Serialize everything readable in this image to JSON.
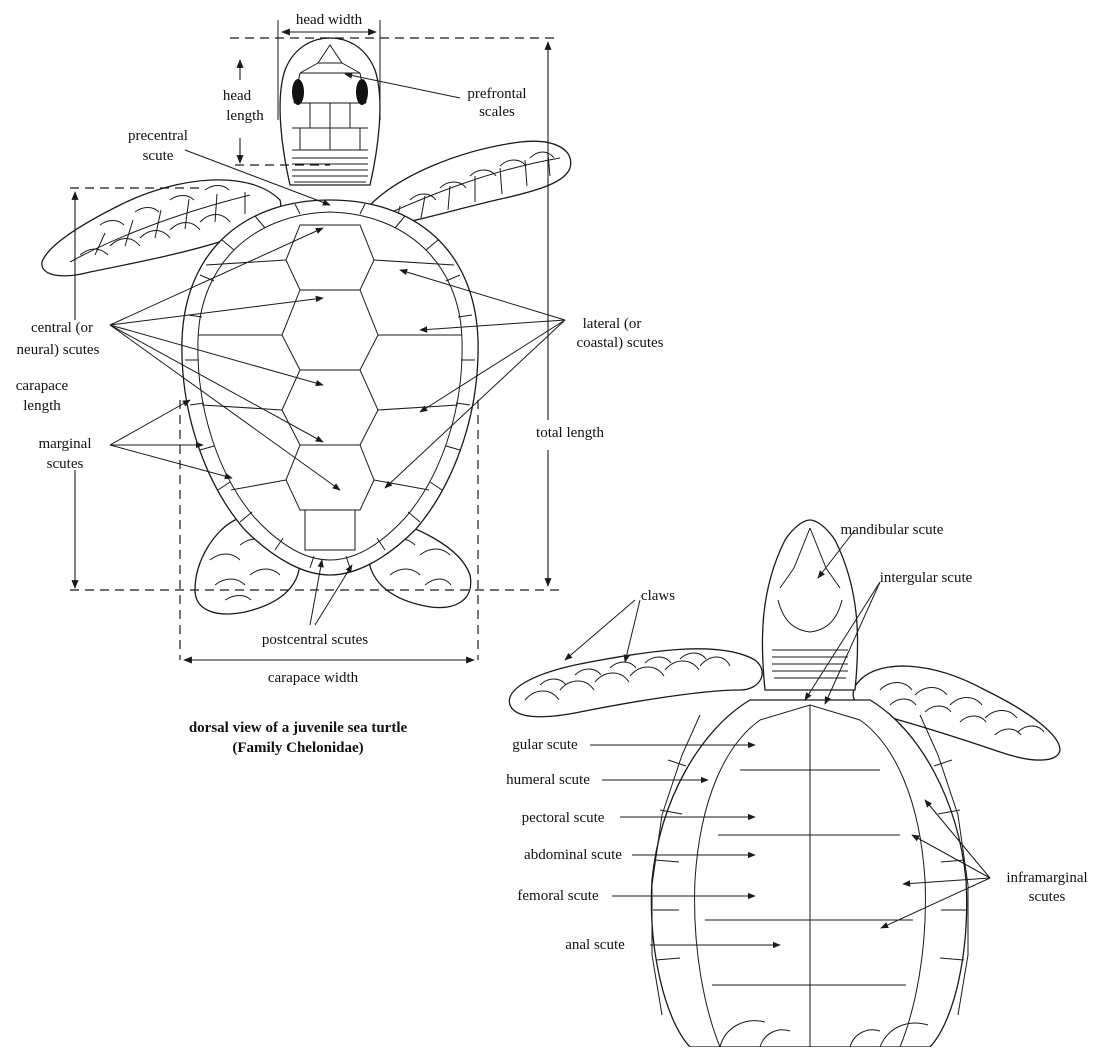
{
  "dorsal": {
    "caption_line1": "dorsal view of a juvenile sea turtle",
    "caption_line2": "(Family Chelonidae)",
    "labels": {
      "head_width": "head width",
      "head_length_1": "head",
      "head_length_2": "length",
      "prefrontal_1": "prefrontal",
      "prefrontal_2": "scales",
      "precentral_1": "precentral",
      "precentral_2": "scute",
      "central_1": "central (or",
      "central_2": "neural) scutes",
      "lateral_1": "lateral (or",
      "lateral_2": "coastal) scutes",
      "carapace_length_1": "carapace",
      "carapace_length_2": "length",
      "marginal_1": "marginal",
      "marginal_2": "scutes",
      "total_length": "total length",
      "postcentral": "postcentral scutes",
      "carapace_width": "carapace width"
    }
  },
  "ventral": {
    "labels": {
      "mandibular": "mandibular scute",
      "claws": "claws",
      "intergular": "intergular scute",
      "gular": "gular scute",
      "humeral": "humeral scute",
      "pectoral": "pectoral scute",
      "abdominal": "abdominal scute",
      "femoral": "femoral scute",
      "anal": "anal scute",
      "inframarginal_1": "inframarginal",
      "inframarginal_2": "scutes"
    }
  }
}
